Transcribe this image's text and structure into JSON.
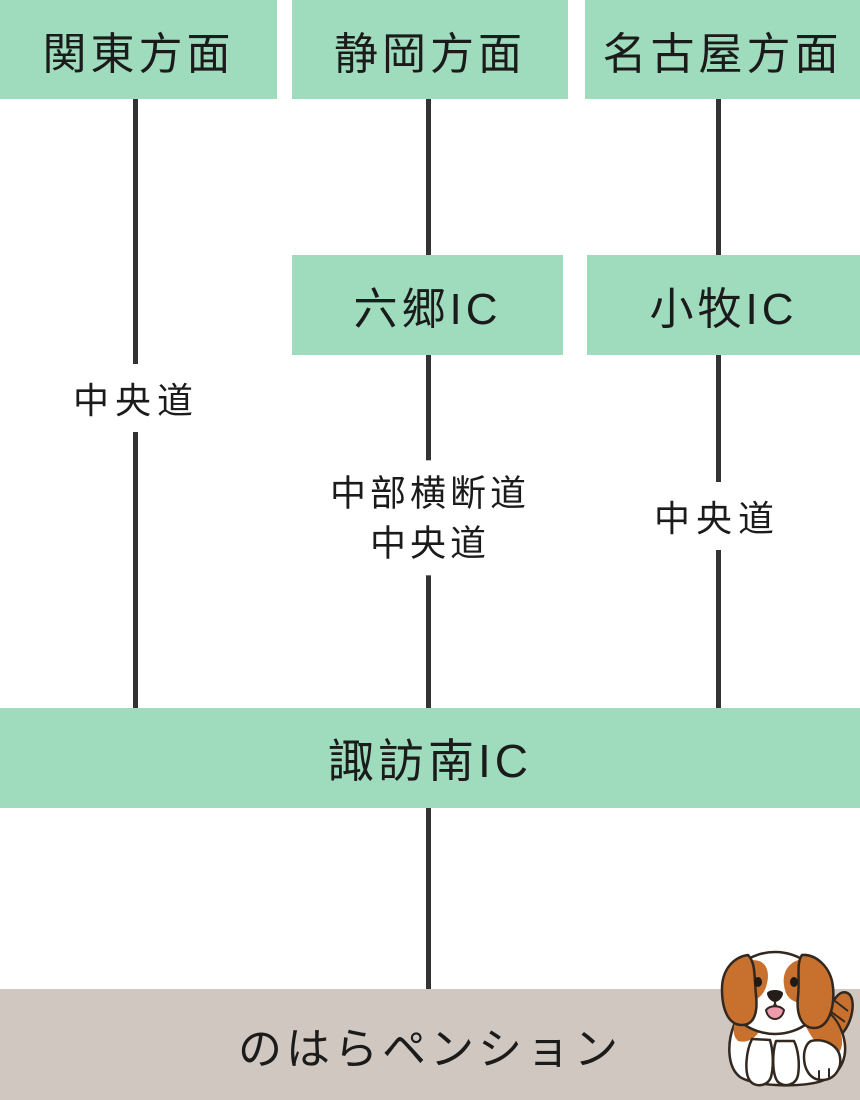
{
  "routes": [
    {
      "origin": "関東方面",
      "via": [
        "中央道"
      ]
    },
    {
      "origin": "静岡方面",
      "ic": "六郷IC",
      "via": [
        "中部横断道",
        "中央道"
      ]
    },
    {
      "origin": "名古屋方面",
      "ic": "小牧IC",
      "via": [
        "中央道"
      ]
    }
  ],
  "junction": {
    "label": "諏訪南IC"
  },
  "destination": {
    "label": "のはらペンション"
  },
  "colors": {
    "node_fill": "#9edcbd",
    "destination_band": "#d0c8c0",
    "connector": "#333333",
    "text": "#1b1b1b",
    "background": "#ffffff",
    "dog_coat": "#c8702e",
    "dog_outline": "#32281f",
    "dog_tongue": "#ee9bae"
  },
  "illustration": {
    "name": "puppy-dog"
  }
}
